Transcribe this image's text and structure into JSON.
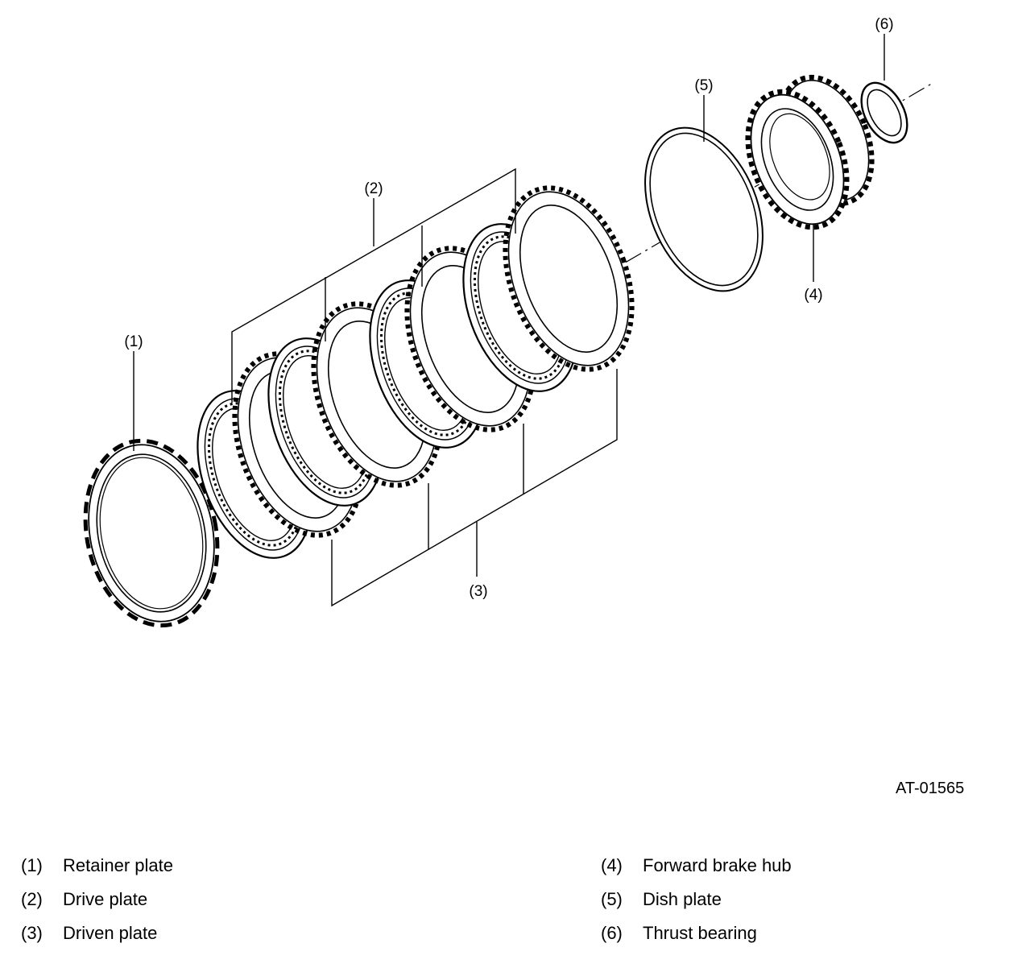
{
  "figure_code": "AT-01565",
  "callouts": {
    "c1": "(1)",
    "c2": "(2)",
    "c3": "(3)",
    "c4": "(4)",
    "c5": "(5)",
    "c6": "(6)"
  },
  "legend": [
    {
      "num": "(1)",
      "text": "Retainer plate"
    },
    {
      "num": "(2)",
      "text": "Drive plate"
    },
    {
      "num": "(3)",
      "text": "Driven plate"
    },
    {
      "num": "(4)",
      "text": "Forward brake hub"
    },
    {
      "num": "(5)",
      "text": "Dish plate"
    },
    {
      "num": "(6)",
      "text": "Thrust bearing"
    }
  ]
}
